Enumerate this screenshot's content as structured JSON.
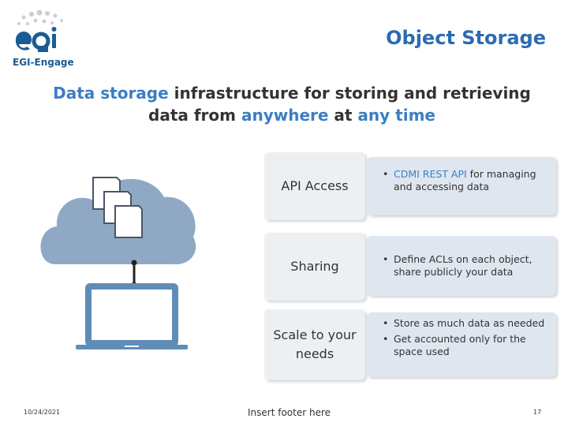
{
  "logo": {
    "text": "EGI-Engage"
  },
  "title": "Object Storage",
  "subtitle": {
    "part1": "Data storage",
    "part2": " infrastructure for storing and retrieving",
    "part3": "data from ",
    "part4": "anywhere",
    "part5": " at ",
    "part6": "any time"
  },
  "rows": [
    {
      "label": "API Access",
      "bullets": [
        {
          "highlight": "CDMI REST API",
          "text": " for managing and accessing data"
        }
      ]
    },
    {
      "label": "Sharing",
      "bullets": [
        {
          "highlight": "",
          "text": "Define ACLs on each object, share publicly your data"
        }
      ]
    },
    {
      "label": "Scale to your needs",
      "bullets": [
        {
          "highlight": "",
          "text": "Store as much data as needed"
        },
        {
          "highlight": "",
          "text": "Get accounted only for the space used"
        }
      ]
    }
  ],
  "footer": {
    "date": "10/24/2021",
    "text": "Insert footer here",
    "page": "17"
  },
  "colors": {
    "title": "#2b6bb3",
    "accent": "#3b7ec3",
    "cloud": "#8fa9c4",
    "laptop": "#5f8db8"
  }
}
